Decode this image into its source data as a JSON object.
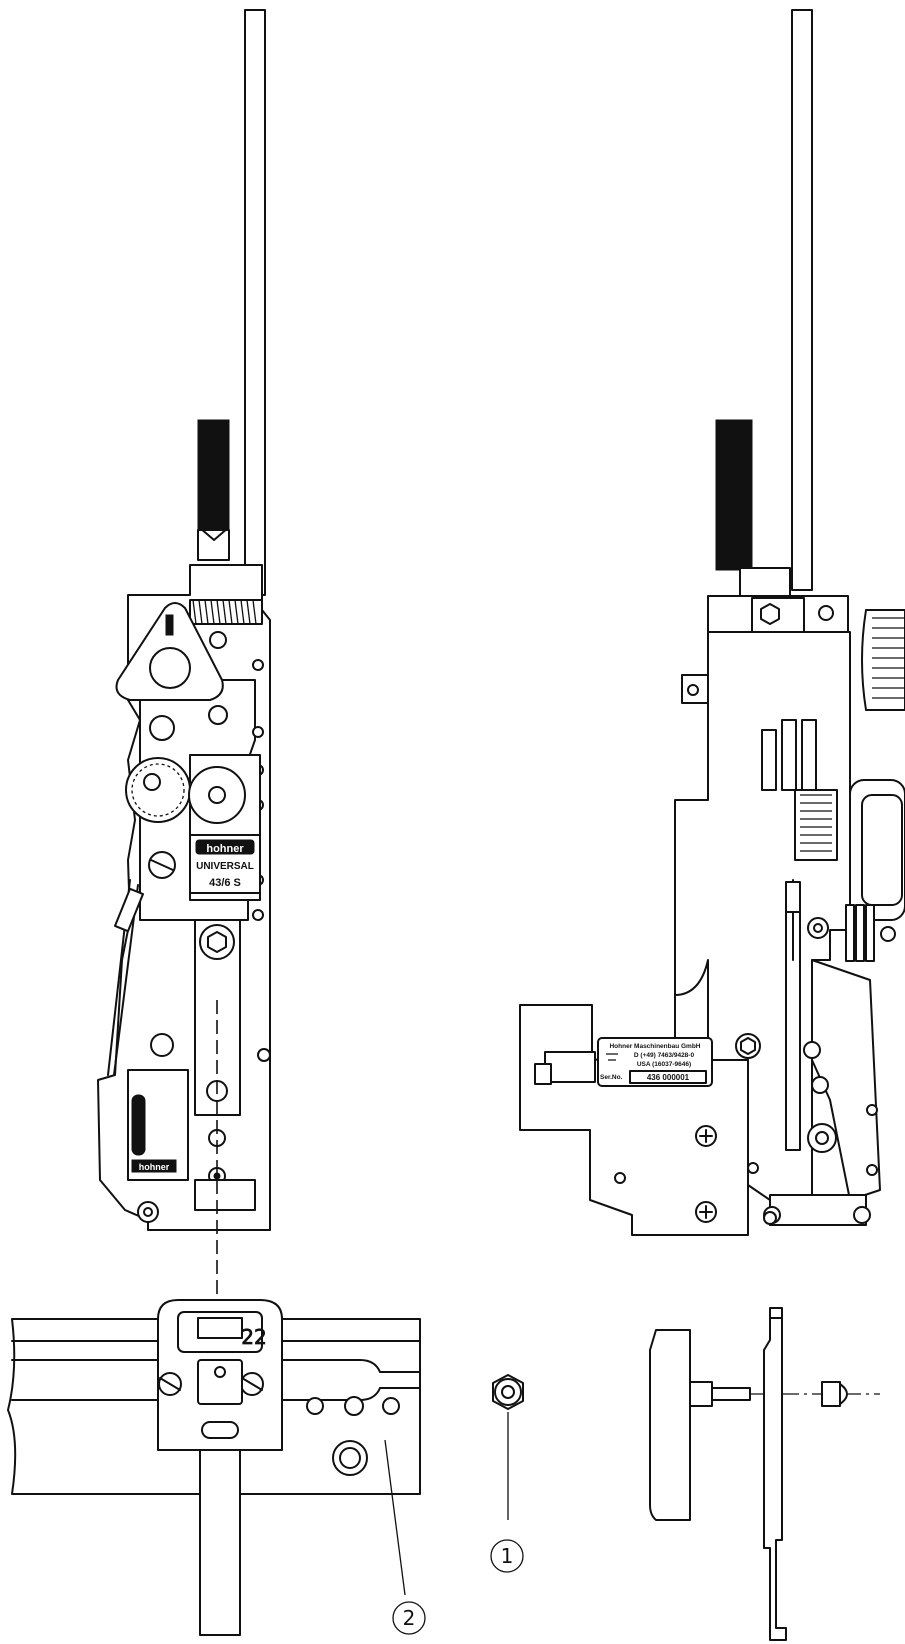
{
  "left_unit": {
    "brand_label": "hohner",
    "model_line1": "UNIVERSAL",
    "model_line2": "43/6 S",
    "small_badge": "hohner"
  },
  "right_unit": {
    "plate_line1": "Hohner Maschinenbau GmbH",
    "plate_line2": "D (+49) 7463/9428-0",
    "plate_line3": "USA (16037-9646)",
    "serial_label": "Ser.No.",
    "serial_value": "436 000001"
  },
  "stitch_plate_number": "22",
  "callouts": {
    "part_1": "1",
    "part_2": "2"
  }
}
